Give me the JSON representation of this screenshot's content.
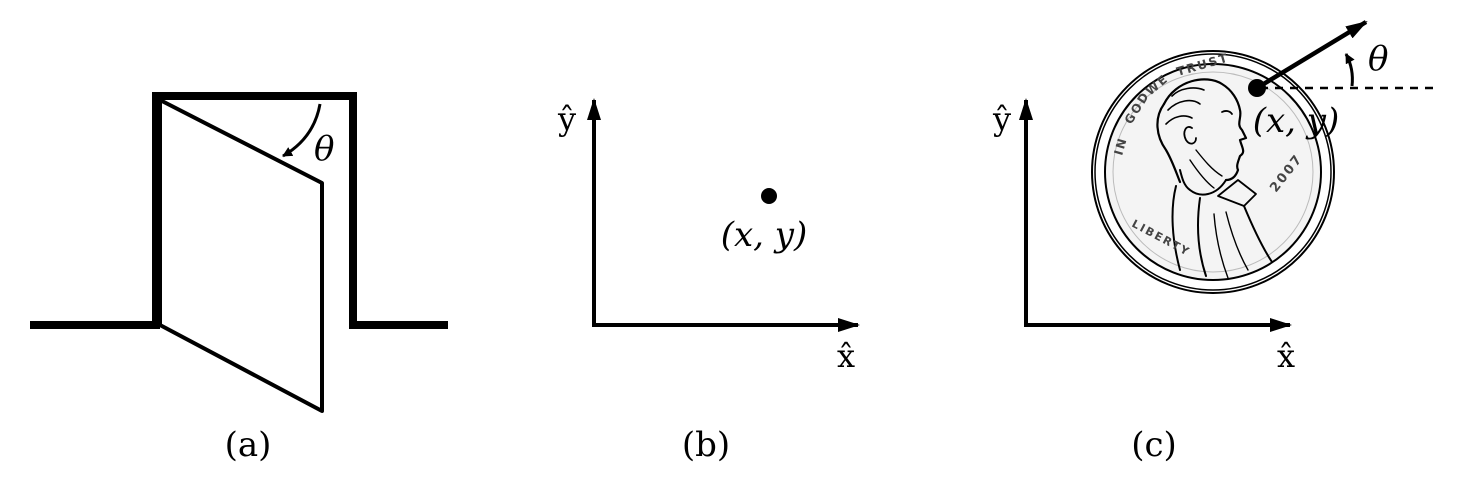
{
  "panels": {
    "a": {
      "caption": "(a)",
      "angle_label": "θ"
    },
    "b": {
      "caption": "(b)",
      "x_axis_label": "x̂",
      "y_axis_label": "ŷ",
      "point_label": "(x, y)"
    },
    "c": {
      "caption": "(c)",
      "x_axis_label": "x̂",
      "y_axis_label": "ŷ",
      "point_label": "(x, y)",
      "angle_label": "θ",
      "coin": {
        "top_text": "IN GOD WE TRUST",
        "left_text": "LIBERTY",
        "year": "2007"
      }
    }
  },
  "colors": {
    "ink": "#000000",
    "background": "#ffffff",
    "coin_face": "#f4f4f4"
  },
  "icons": [
    "door-diagram",
    "coordinate-axes",
    "penny-coin"
  ]
}
